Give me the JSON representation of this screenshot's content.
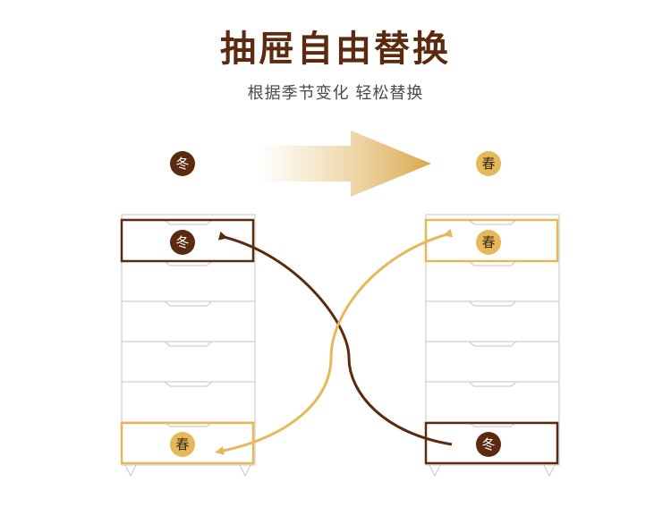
{
  "header": {
    "title": "抽屉自由替换",
    "subtitle": "根据季节变化 轻松替换"
  },
  "labels": {
    "winter": "冬",
    "spring": "春"
  },
  "colors": {
    "dark_brown": "#5b2a0f",
    "gold": "#e6b85a",
    "arrow_gold": "#d9a64a",
    "cabinet_line": "#cfcfcf"
  },
  "icons": [
    "swap-arrow-icon",
    "curved-arrow-icon"
  ]
}
